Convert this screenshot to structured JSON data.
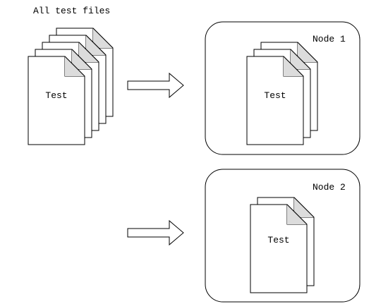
{
  "diagram": {
    "source_label": "All test files",
    "file_label": "Test",
    "nodes": [
      {
        "label": "Node 1",
        "file_label": "Test"
      },
      {
        "label": "Node 2",
        "file_label": "Test"
      }
    ]
  }
}
